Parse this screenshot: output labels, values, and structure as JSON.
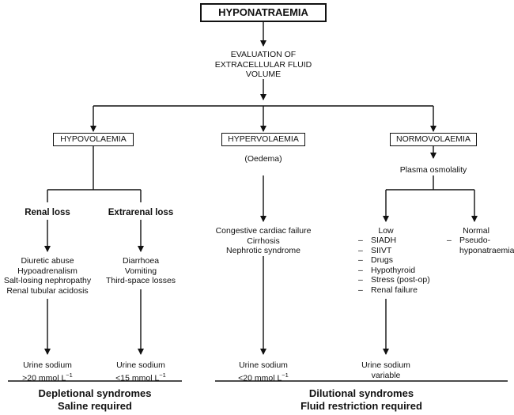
{
  "title": "HYPONATRAEMIA",
  "evaluation": [
    "EVALUATION OF",
    "EXTRACELLULAR FLUID",
    "VOLUME"
  ],
  "hypovolaemia": {
    "label": "HYPOVOLAEMIA",
    "renal": {
      "heading": "Renal loss",
      "causes": [
        "Diuretic abuse",
        "Hypoadrenalism",
        "Salt-losing nephropathy",
        "Renal tubular acidosis"
      ],
      "urine": [
        "Urine sodium",
        ">20 mmol  L",
        "−1"
      ]
    },
    "extrarenal": {
      "heading": "Extrarenal loss",
      "causes": [
        "Diarrhoea",
        "Vomiting",
        "Third-space losses"
      ],
      "urine": [
        "Urine sodium",
        "<15 mmol  L",
        "−1"
      ]
    },
    "footer": [
      "Depletional syndromes",
      "Saline required"
    ]
  },
  "hypervolaemia": {
    "label": "HYPERVOLAEMIA",
    "note": "(Oedema)",
    "causes": [
      "Congestive cardiac failure",
      "Cirrhosis",
      "Nephrotic syndrome"
    ],
    "urine": [
      "Urine sodium",
      "<20 mmol  L",
      "−1"
    ]
  },
  "normovolaemia": {
    "label": "NORMOVOLAEMIA",
    "osmolality": "Plasma osmolality",
    "low": {
      "heading": "Low",
      "bullet": "–",
      "items": [
        "SIADH",
        "SIIVT",
        "Drugs",
        "Hypothyroid",
        "Stress (post-op)",
        "Renal failure"
      ],
      "urine": [
        "Urine sodium",
        "variable"
      ]
    },
    "normal": {
      "heading": "Normal",
      "bullet": "–",
      "items": [
        "Pseudo-",
        "hyponatraemia"
      ]
    }
  },
  "dilutional_footer": [
    "Dilutional syndromes",
    "Fluid restriction required"
  ]
}
